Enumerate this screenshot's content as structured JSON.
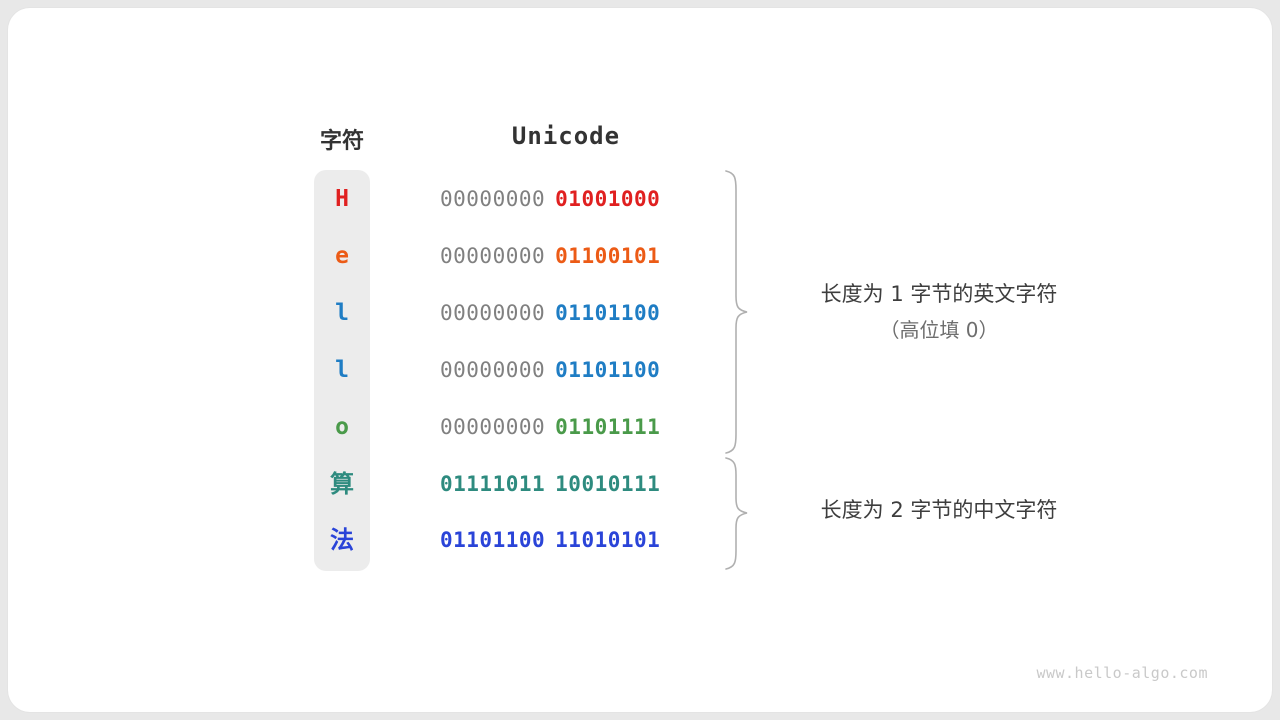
{
  "card": {
    "background": "#ffffff",
    "page_background": "#e8e8e8"
  },
  "headers": {
    "char_label": "字符",
    "unicode_label": "Unicode"
  },
  "palette": {
    "H": "#e02020",
    "e": "#ec5b16",
    "l": "#1f7dc4",
    "o": "#4a9a4a",
    "suan": "#2e8b7f",
    "fa": "#2a44d8",
    "high_bits_gray": "#808080",
    "pill_background": "#ececec",
    "brace": "#b0b0b0"
  },
  "rows": [
    {
      "char": "H",
      "high": "00000000",
      "low": "01001000",
      "color": "#e02020",
      "cjk": false,
      "high_gray": true
    },
    {
      "char": "e",
      "high": "00000000",
      "low": "01100101",
      "color": "#ec5b16",
      "cjk": false,
      "high_gray": true
    },
    {
      "char": "l",
      "high": "00000000",
      "low": "01101100",
      "color": "#1f7dc4",
      "cjk": false,
      "high_gray": true
    },
    {
      "char": "l",
      "high": "00000000",
      "low": "01101100",
      "color": "#1f7dc4",
      "cjk": false,
      "high_gray": true
    },
    {
      "char": "o",
      "high": "00000000",
      "low": "01101111",
      "color": "#4a9a4a",
      "cjk": false,
      "high_gray": true
    },
    {
      "char": "算",
      "high": "01111011",
      "low": "10010111",
      "color": "#2e8b7f",
      "cjk": true,
      "high_gray": false
    },
    {
      "char": "法",
      "high": "01101100",
      "low": "11010101",
      "color": "#2a44d8",
      "cjk": true,
      "high_gray": false
    }
  ],
  "annotations": {
    "group_one": {
      "main": "长度为 1 字节的英文字符",
      "sub": "（高位填 0）"
    },
    "group_two": {
      "main": "长度为 2 字节的中文字符"
    }
  },
  "watermark": "www.hello-algo.com"
}
